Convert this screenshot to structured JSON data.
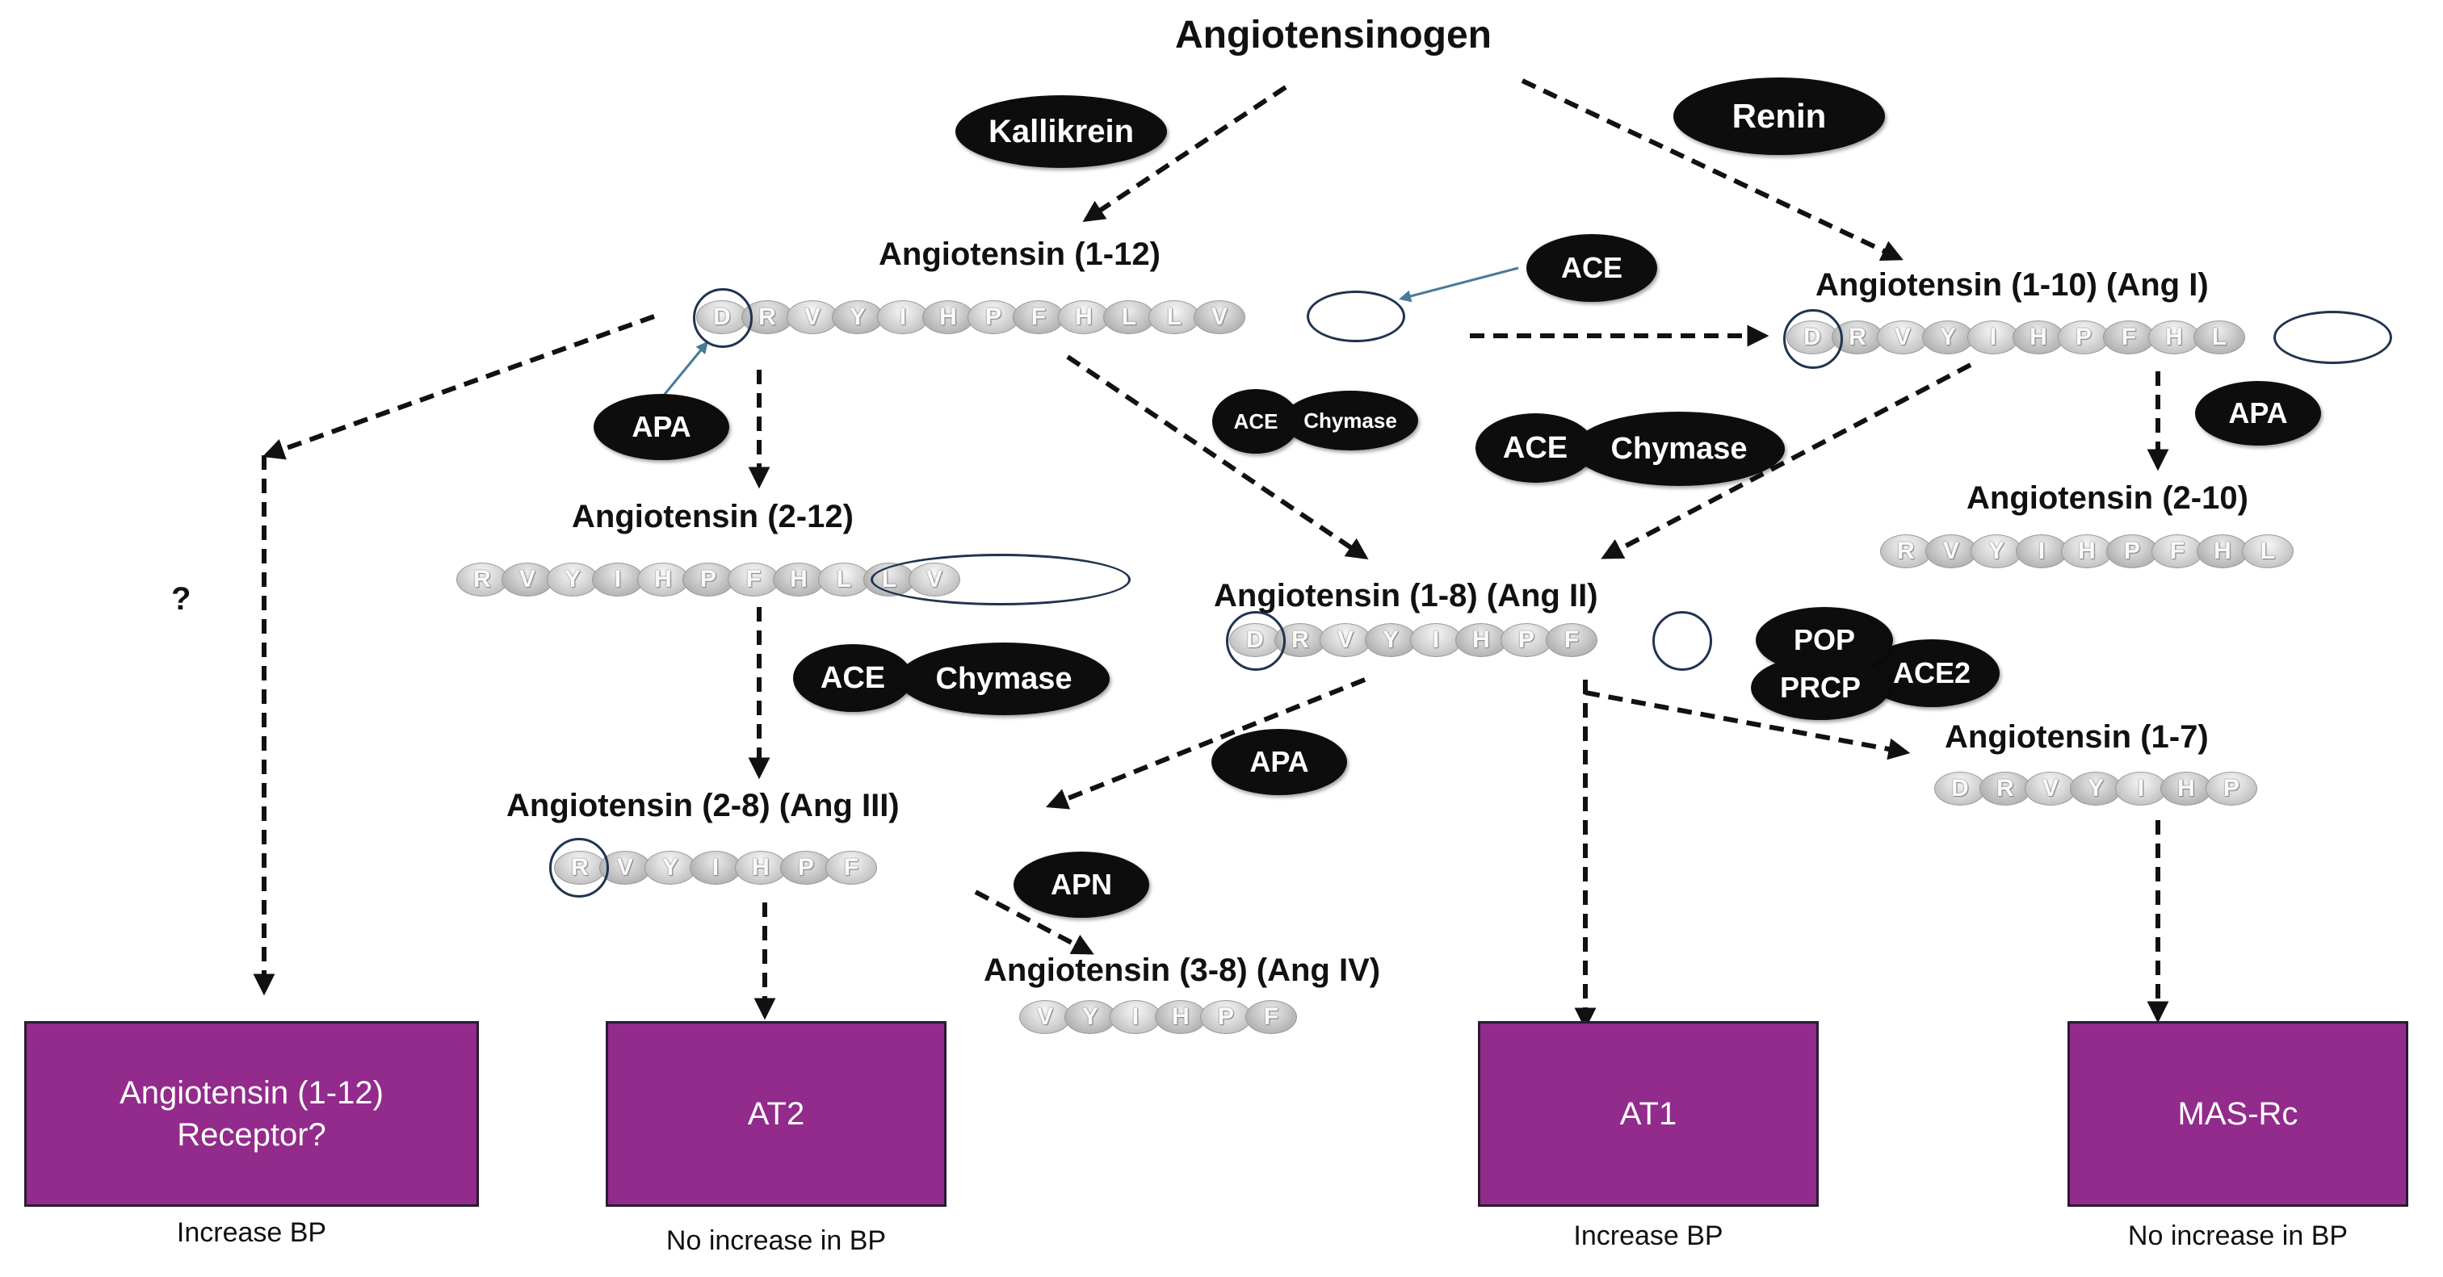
{
  "title": "Angiotensinogen",
  "peptides": {
    "ang_1_12": {
      "label": "Angiotensin (1-12)",
      "residues": [
        "D",
        "R",
        "V",
        "Y",
        "I",
        "H",
        "P",
        "F",
        "H",
        "L",
        "L",
        "V"
      ]
    },
    "ang_1_10": {
      "label": "Angiotensin (1-10) (Ang I)",
      "residues": [
        "D",
        "R",
        "V",
        "Y",
        "I",
        "H",
        "P",
        "F",
        "H",
        "L"
      ]
    },
    "ang_2_12": {
      "label": "Angiotensin (2-12)",
      "residues": [
        "R",
        "V",
        "Y",
        "I",
        "H",
        "P",
        "F",
        "H",
        "L",
        "L",
        "V"
      ]
    },
    "ang_2_10": {
      "label": "Angiotensin (2-10)",
      "residues": [
        "R",
        "V",
        "Y",
        "I",
        "H",
        "P",
        "F",
        "H",
        "L"
      ]
    },
    "ang_1_8": {
      "label": "Angiotensin (1-8) (Ang II)",
      "residues": [
        "D",
        "R",
        "V",
        "Y",
        "I",
        "H",
        "P",
        "F"
      ]
    },
    "ang_2_8": {
      "label": "Angiotensin (2-8) (Ang III)",
      "residues": [
        "R",
        "V",
        "Y",
        "I",
        "H",
        "P",
        "F"
      ]
    },
    "ang_1_7": {
      "label": "Angiotensin (1-7)",
      "residues": [
        "D",
        "R",
        "V",
        "Y",
        "I",
        "H",
        "P"
      ]
    },
    "ang_3_8": {
      "label": "Angiotensin (3-8) (Ang IV)",
      "residues": [
        "V",
        "Y",
        "I",
        "H",
        "P",
        "F"
      ]
    }
  },
  "enzymes": {
    "kallikrein": "Kallikrein",
    "renin": "Renin",
    "ace": "ACE",
    "apa": "APA",
    "chymase": "Chymase",
    "pop": "POP",
    "prcp": "PRCP",
    "ace2": "ACE2",
    "apn": "APN"
  },
  "unknown_mark": "?",
  "receptors": [
    {
      "name": "Angiotensin (1-12)\nReceptor?",
      "effect": "Increase BP"
    },
    {
      "name": "AT2",
      "effect": "No increase in BP"
    },
    {
      "name": "AT1",
      "effect": "Increase BP"
    },
    {
      "name": "MAS-Rc",
      "effect": "No increase in BP"
    }
  ],
  "colors": {
    "receptor_fill": "#922b8b",
    "enzyme_fill": "#0d0d0d",
    "highlight_ring": "#1f3450",
    "solid_arrow": "#4a7a99"
  }
}
